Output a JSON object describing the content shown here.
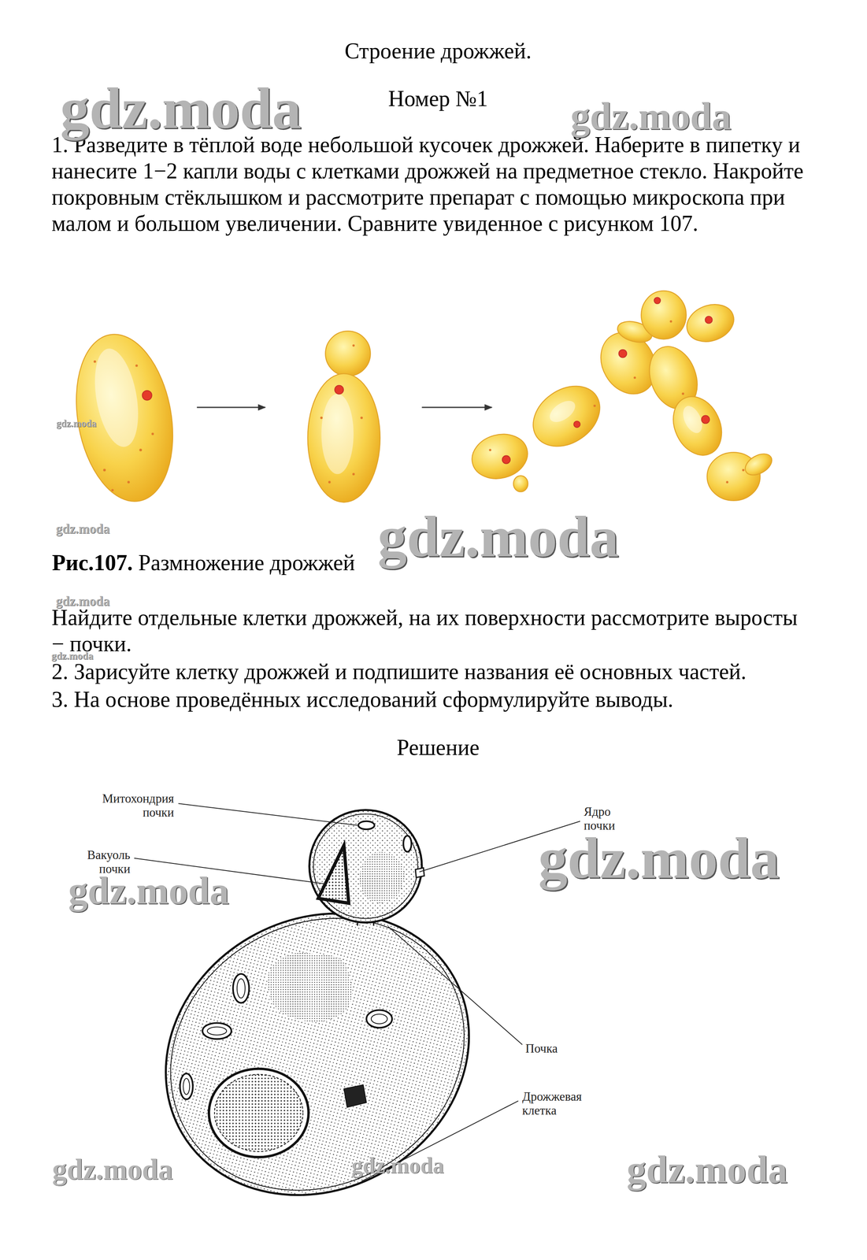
{
  "diagram": {
    "title": "Строение дрожжей.",
    "labels": [
      "Номер №1",
      "1. Разведите в тёплой воде небольшой кусочек дрожжей. Наберите в пипетку и нанесите 1−2 капли воды с клетками дрожжей на предметное стекло. Накройте покровным стёклышком и рассмотрите препарат с помощью микроскопа при малом и большом увеличении. Сравните увиденное с рисунком 107.",
      "Рис.107.",
      "Размножение дрожжей",
      "Найдите отдельные клетки дрожжей, на их поверхности рассмотрите выросты − почки.",
      "2. Зарисуйте клетку дрожжей и подпишите названия её основных частей.",
      "3. На основе проведённых исследований сформулируйте выводы.",
      "Решение",
      "Митохондрия почки",
      "Вакуоль почки",
      "Ядро почки",
      "Почка",
      "Дрожжевая клетка",
      "gdz.moda",
      "gdz.moda",
      "gdz.moda",
      "gdz.moda",
      "gdz.moda",
      "gdz.moda",
      "gdz.moda",
      "gdz.moda",
      "gdz.moda",
      "gdz.moda",
      "gdz.moda",
      "gdz.moda"
    ]
  }
}
